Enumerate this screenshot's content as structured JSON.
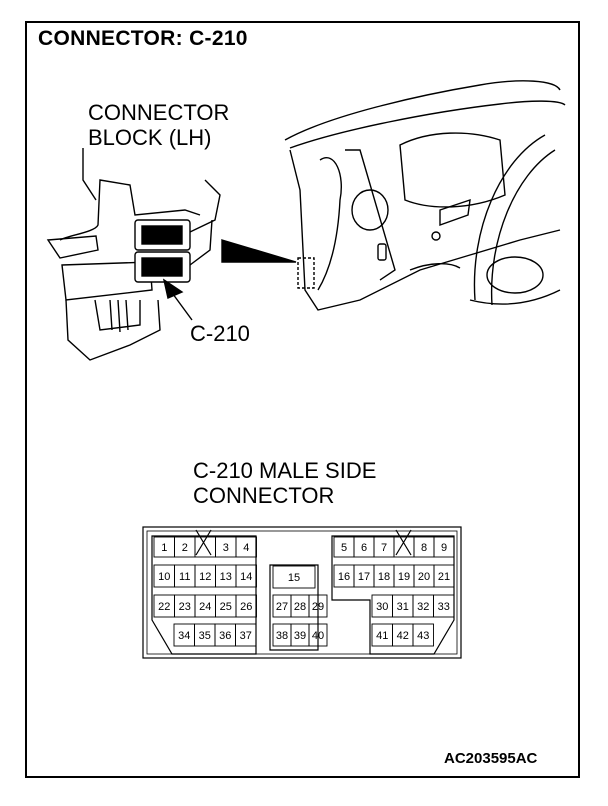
{
  "title": "CONNECTOR: C-210",
  "labels": {
    "connector_block_line1": "CONNECTOR",
    "connector_block_line2": "BLOCK (LH)",
    "connector_id": "C-210",
    "male_side_line1": "C-210 MALE SIDE",
    "male_side_line2": "CONNECTOR"
  },
  "figure_code": "AC203595AC",
  "pins": {
    "row1_left": [
      "1",
      "2",
      "",
      "3",
      "4"
    ],
    "row1_right": [
      "5",
      "6",
      "7",
      "",
      "8",
      "9"
    ],
    "row2_left": [
      "10",
      "11",
      "12",
      "13",
      "14"
    ],
    "row2_mid": "15",
    "row2_right": [
      "16",
      "17",
      "18",
      "19",
      "20",
      "21"
    ],
    "row3_left": [
      "22",
      "23",
      "24",
      "25",
      "26"
    ],
    "row3_mid": [
      "27",
      "28",
      "29"
    ],
    "row3_right": [
      "30",
      "31",
      "32",
      "33"
    ],
    "row4_left": [
      "34",
      "35",
      "36",
      "37"
    ],
    "row4_mid": [
      "38",
      "39",
      "40"
    ],
    "row4_right": [
      "41",
      "42",
      "43"
    ]
  }
}
